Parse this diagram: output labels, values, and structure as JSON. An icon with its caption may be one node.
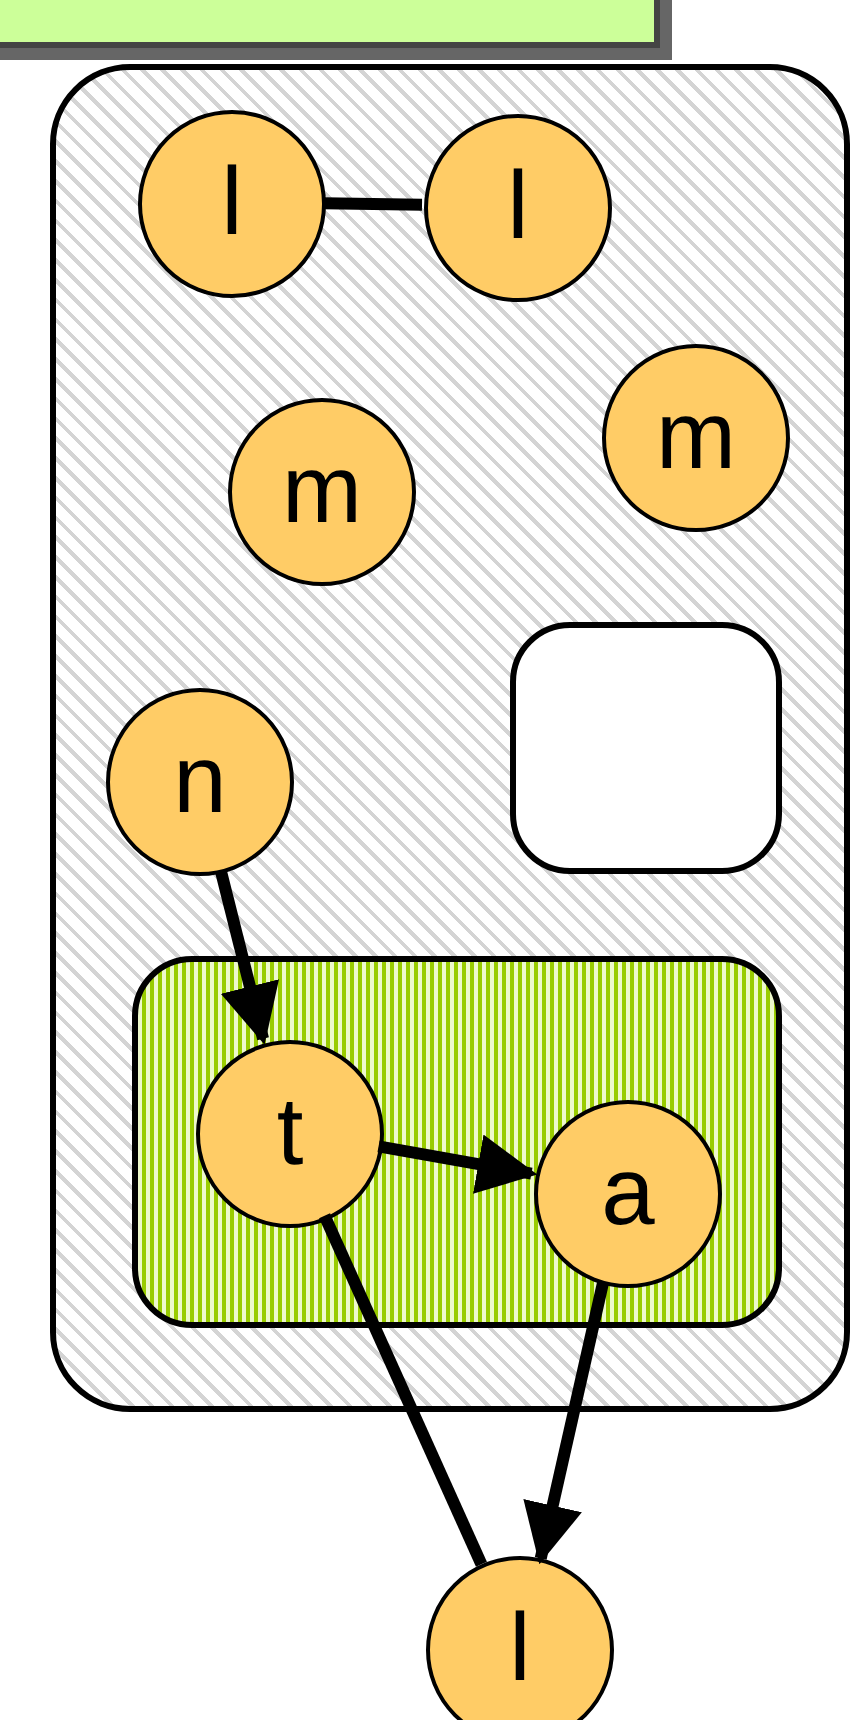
{
  "diagram": {
    "nodes": [
      {
        "text": [],
        "shape": "box"
      },
      {
        "text": [],
        "shape": "box"
      },
      {
        "text": [
          "l"
        ],
        "in": 1
      },
      {
        "text": [
          "l"
        ],
        "in": 1
      },
      {
        "text": [
          "m"
        ],
        "in": 1
      },
      {
        "text": [
          "m"
        ],
        "in": 1
      },
      {
        "text": [
          "n"
        ],
        "in": 1
      },
      {
        "text": [],
        "shape": "box",
        "in": 1
      },
      {
        "text": [],
        "shape": "box",
        "in": 1
      },
      {
        "text": [
          "t"
        ],
        "in": 8
      },
      {
        "text": [
          "a"
        ],
        "in": 8
      },
      {
        "text": [
          "l"
        ]
      }
    ],
    "edges": [
      {
        "from": 2,
        "to": 3,
        "arrow": "none"
      },
      {
        "from": 6,
        "to": 9,
        "arrow": "to"
      },
      {
        "from": 9,
        "to": 10,
        "arrow": "to"
      },
      {
        "from": 10,
        "to": 11,
        "arrow": "to"
      },
      {
        "from": 9,
        "to": 11,
        "arrow": "none"
      }
    ]
  }
}
